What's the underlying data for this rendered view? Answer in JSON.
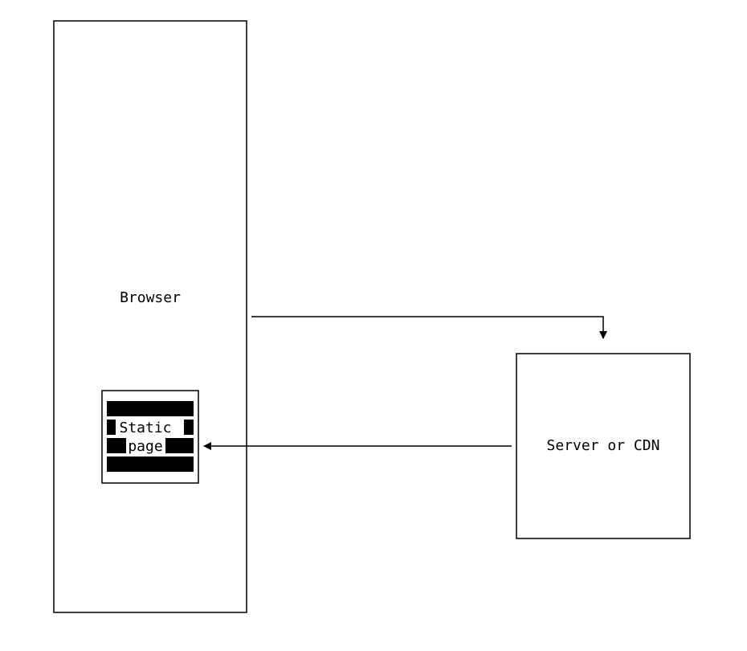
{
  "browser": {
    "label": "Browser"
  },
  "static_page": {
    "line1": "Static",
    "line2": "page"
  },
  "server": {
    "label": "Server or CDN"
  },
  "colors": {
    "stroke": "#000000",
    "background": "#ffffff"
  }
}
